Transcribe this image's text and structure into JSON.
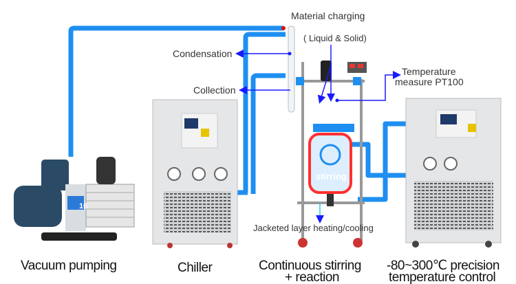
{
  "labels": {
    "material_charging": "Material charging",
    "liquid_solid": "( Liquid & Solid)",
    "condensation": "Condensation",
    "collection": "Collection",
    "temperature_line1": "Temperature",
    "temperature_line2": "measure PT100",
    "stirring": "stirring",
    "jacketed": "Jacketed layer heating/cooling"
  },
  "captions": {
    "vacuum": "Vacuum pumping",
    "chiller": "Chiller",
    "reactor_line1": "Continuous stirring",
    "reactor_line2": "+ reaction",
    "control_line1": "-80~300℃ precision",
    "control_line2": "temperature control"
  },
  "pump_badge": "16",
  "colors": {
    "pipe": "#1e8ff0",
    "arrow": "#1a1aff",
    "jacket": "#ff3030",
    "cabinet": "#e4e6e8"
  }
}
